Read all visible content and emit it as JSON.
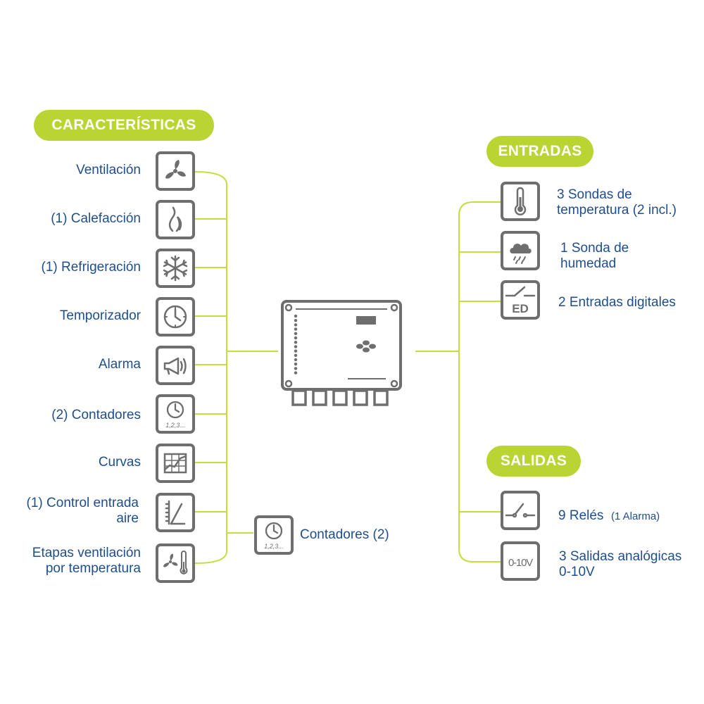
{
  "colors": {
    "accent_green": "#b9d433",
    "text_blue": "#1f4e8c",
    "icon_gray": "#6e6e6e",
    "line_green": "#c6dd3c"
  },
  "headers": {
    "features": "CARACTERÍSTICAS",
    "inputs": "ENTRADAS",
    "outputs": "SALIDAS"
  },
  "features": [
    {
      "label": "Ventilación",
      "icon": "fan-icon"
    },
    {
      "label": "(1)  Calefacción",
      "icon": "flame-icon"
    },
    {
      "label": "(1)  Refrigeración",
      "icon": "snowflake-icon"
    },
    {
      "label": "Temporizador",
      "icon": "clock-icon"
    },
    {
      "label": "Alarma",
      "icon": "megaphone-icon"
    },
    {
      "label": "(2)  Contadores",
      "icon": "counter-clock-icon"
    },
    {
      "label": "Curvas",
      "icon": "chart-grid-icon"
    },
    {
      "label1": "(1) Control entrada",
      "label2": "aire",
      "icon": "air-inlet-icon"
    },
    {
      "label1": "Etapas ventilación",
      "label2": "por temperatura",
      "icon": "fan-thermometer-icon"
    }
  ],
  "extra": {
    "label": "Contadores  (2)",
    "icon": "counter-clock-icon",
    "icon_text": "1,2,3..."
  },
  "counter_icon_text": "1,2,3...",
  "inputs": [
    {
      "label1": "3 Sondas de",
      "label2": "temperatura (2 incl.)",
      "icon": "thermometer-icon"
    },
    {
      "label1": "1 Sonda de",
      "label2": "humedad",
      "icon": "rain-cloud-icon"
    },
    {
      "label": "2 Entradas digitales",
      "icon": "digital-input-icon",
      "icon_text": "ED"
    }
  ],
  "outputs": [
    {
      "label": "9 Relés",
      "note": "(1 Alarma)",
      "icon": "relay-switch-icon"
    },
    {
      "label1": "3 Salidas analógicas",
      "label2": "0-10V",
      "icon": "analog-output-icon",
      "icon_text": "0-10V"
    }
  ]
}
